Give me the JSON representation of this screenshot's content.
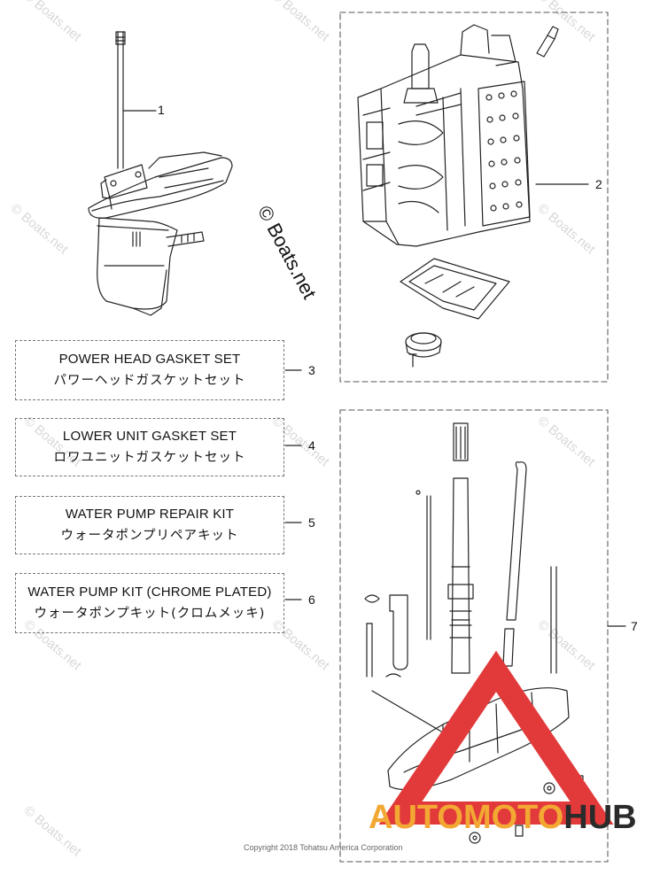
{
  "callouts": {
    "c1": "1",
    "c2": "2",
    "c3": "3",
    "c4": "4",
    "c5": "5",
    "c6": "6",
    "c7": "7"
  },
  "kits": [
    {
      "en": "POWER HEAD GASKET SET",
      "ja": "パワーヘッドガスケットセット"
    },
    {
      "en": "LOWER UNIT GASKET SET",
      "ja": "ロワユニットガスケットセット"
    },
    {
      "en": "WATER PUMP REPAIR KIT",
      "ja": "ウォータポンプリペアキット"
    },
    {
      "en": "WATER PUMP KIT (CHROME PLATED)",
      "ja": "ウォータポンプキット(クロムメッキ)"
    }
  ],
  "watermark": "© Boats.net",
  "copyright": "Copyright 2018 Tohatsu America Corporation",
  "brand": {
    "part1": "AUTO",
    "part2": "MOTO",
    "part3": "HUB"
  },
  "colors": {
    "brand_orange": "#f2a832",
    "brand_red": "#e23a3a",
    "brand_dark": "#2b2b2b"
  }
}
